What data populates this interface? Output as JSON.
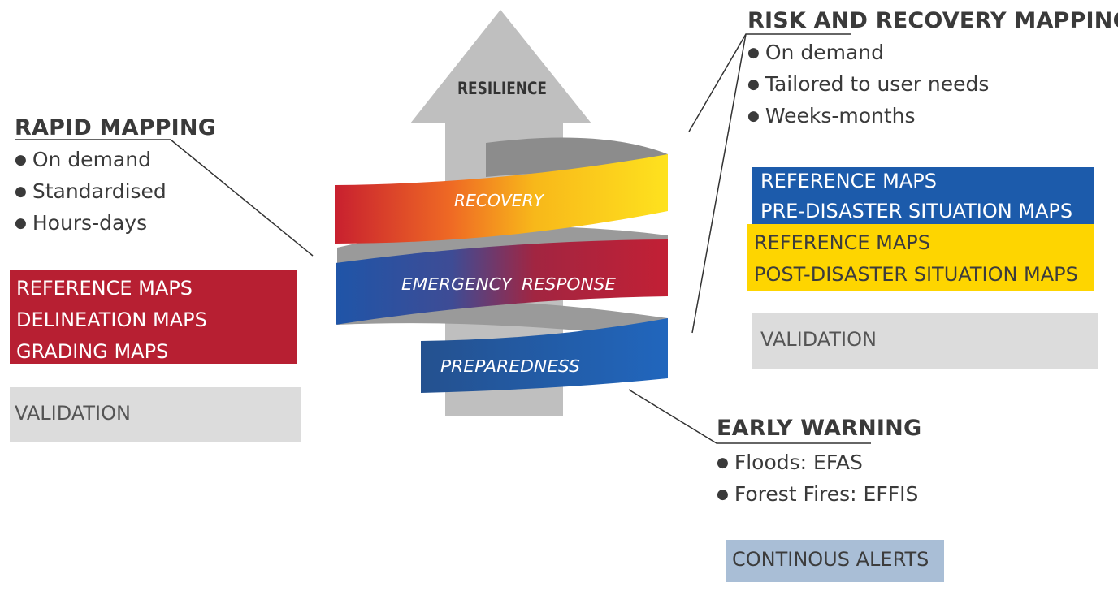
{
  "colors": {
    "red": "#b71f32",
    "blue": "#1c5bab",
    "yellow": "#fed500",
    "grey": "#dcdcdc",
    "light_blue": "#a9bed6",
    "arrow": "#bfbfbf"
  },
  "center": {
    "arrow_label": "RESILIENCE",
    "bands": {
      "recovery": "RECOVERY",
      "emergency": "EMERGENCY",
      "response": "RESPONSE",
      "preparedness": "PREPAREDNESS"
    }
  },
  "rapid_mapping": {
    "title": "RAPID MAPPING",
    "bullets": [
      "On demand",
      "Standardised",
      "Hours-days"
    ],
    "maps": [
      "REFERENCE MAPS",
      "DELINEATION MAPS",
      "GRADING MAPS"
    ],
    "validation": "VALIDATION"
  },
  "risk_recovery": {
    "title": "RISK AND RECOVERY MAPPING",
    "bullets": [
      "On demand",
      "Tailored to user needs",
      "Weeks-months"
    ],
    "blue_maps": [
      "REFERENCE MAPS",
      "PRE-DISASTER SITUATION MAPS"
    ],
    "yellow_maps": [
      "REFERENCE MAPS",
      "POST-DISASTER SITUATION MAPS"
    ],
    "validation": "VALIDATION"
  },
  "early_warning": {
    "title": "EARLY WARNING",
    "bullets": [
      "Floods: EFAS",
      "Forest Fires: EFFIS"
    ],
    "alerts": "CONTINOUS ALERTS"
  }
}
